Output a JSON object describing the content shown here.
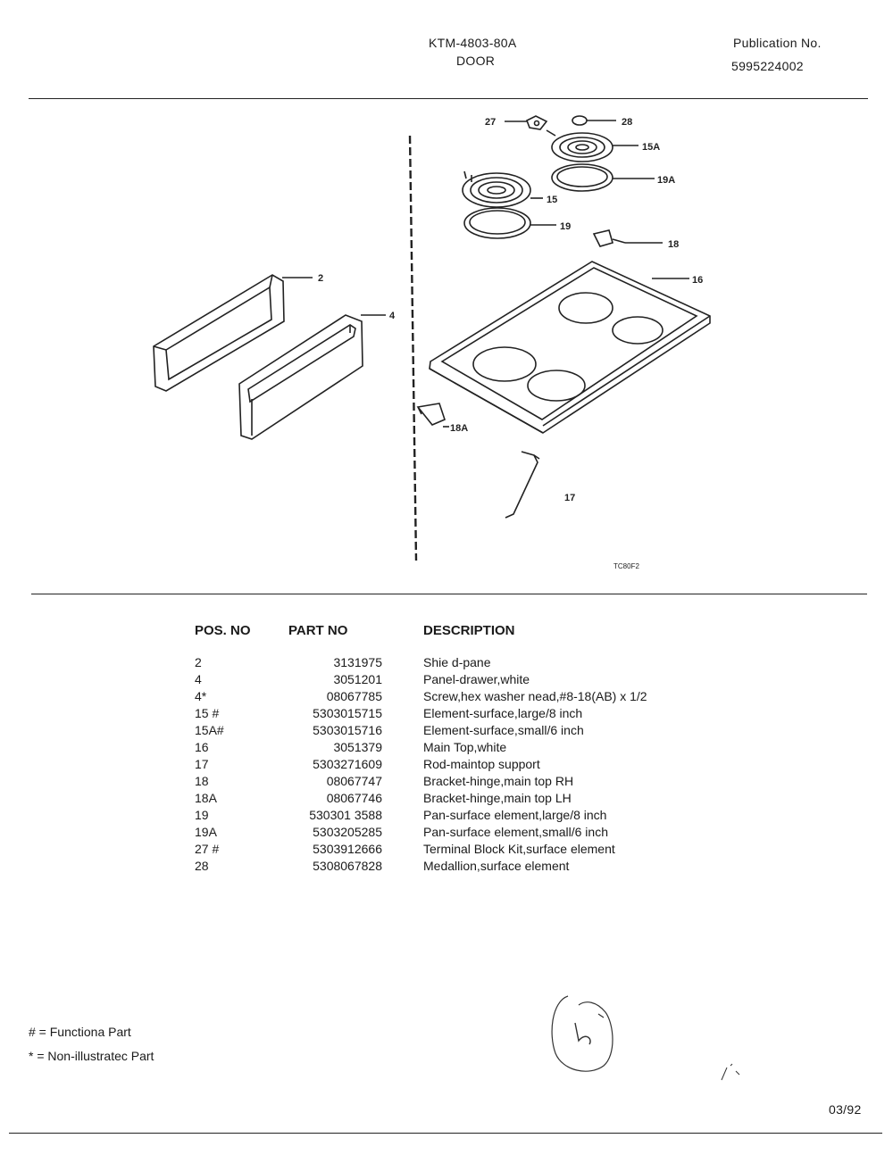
{
  "header": {
    "model": "KTM-4803-80A",
    "section": "DOOR",
    "publication_label": "Publication No.",
    "publication_number": "5995224002"
  },
  "diagram": {
    "callouts": [
      "27",
      "28",
      "15A",
      "19A",
      "15",
      "19",
      "18",
      "16",
      "2",
      "4",
      "18A",
      "17"
    ],
    "drawing_code": "TC80F2"
  },
  "table": {
    "headers": {
      "pos": "POS. NO",
      "part": "PART NO",
      "desc": "DESCRIPTION"
    },
    "rows": [
      {
        "pos": "2",
        "part": "3131975",
        "desc": "Shie d-pane"
      },
      {
        "pos": "4",
        "part": "3051201",
        "desc": "Panel-drawer,white"
      },
      {
        "pos": "4*",
        "part": "08067785",
        "desc": "Screw,hex washer nead,#8-18(AB) x 1/2"
      },
      {
        "pos": "15 #",
        "part": "5303015715",
        "desc": "Element-surface,large/8 inch"
      },
      {
        "pos": "15A#",
        "part": "5303015716",
        "desc": "Element-surface,small/6 inch"
      },
      {
        "pos": "16",
        "part": "3051379",
        "desc": "Main Top,white"
      },
      {
        "pos": "17",
        "part": "5303271609",
        "desc": "Rod-maintop support"
      },
      {
        "pos": "18",
        "part": "08067747",
        "desc": "Bracket-hinge,main top RH"
      },
      {
        "pos": "18A",
        "part": "08067746",
        "desc": "Bracket-hinge,main top LH"
      },
      {
        "pos": "19",
        "part": "530301 3588",
        "desc": "Pan-surface element,large/8 inch"
      },
      {
        "pos": "19A",
        "part": "5303205285",
        "desc": "Pan-surface element,small/6 inch"
      },
      {
        "pos": "27 #",
        "part": "5303912666",
        "desc": "Terminal Block Kit,surface element"
      },
      {
        "pos": "28",
        "part": "5308067828",
        "desc": "Medallion,surface element"
      }
    ]
  },
  "legend": {
    "functional": "# = Functiona Part",
    "non_illustrated": "* = Non-illustratec Part"
  },
  "date": "03/92"
}
